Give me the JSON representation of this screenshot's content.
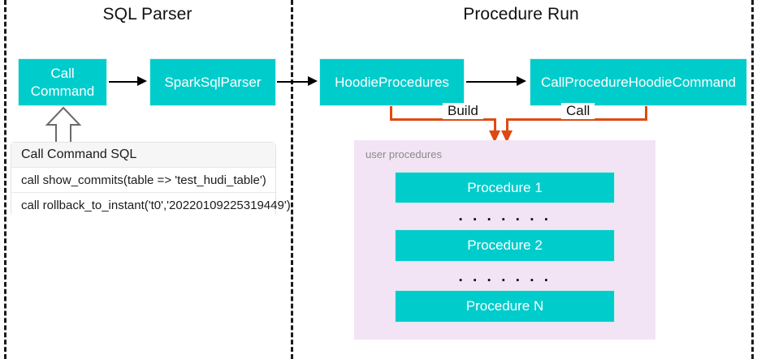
{
  "diagram": {
    "sections": [
      {
        "title": "SQL Parser"
      },
      {
        "title": "Procedure Run"
      }
    ],
    "nodes": {
      "call_command": "Call\nCommand",
      "call_command_line1": "Call",
      "call_command_line2": "Command",
      "spark_sql_parser": "SparkSqlParser",
      "hoodie_procedures": "HoodieProcedures",
      "call_procedure_hoodie_command": "CallProcedureHoodieCommand"
    },
    "edge_labels": {
      "build": "Build",
      "call": "Call"
    },
    "sql_table": {
      "header": "Call Command SQL",
      "rows": [
        "call show_commits(table => 'test_hudi_table')",
        "call rollback_to_instant('t0','20220109225319449')"
      ]
    },
    "procedures_panel": {
      "label": "user procedures",
      "items": [
        "Procedure 1",
        "Procedure 2",
        "Procedure N"
      ],
      "separators": [
        ". . . . . . .",
        ". . . . . . ."
      ]
    },
    "colors": {
      "node_teal": "#00CCCC",
      "panel_lilac": "#F2E4F4",
      "connector_orange": "#E04A12",
      "arrow_black": "#000000",
      "divider_dash": "#1A1A1A",
      "node_text": "#FFFFFF",
      "panel_label_gray": "#8A8A8A"
    }
  }
}
